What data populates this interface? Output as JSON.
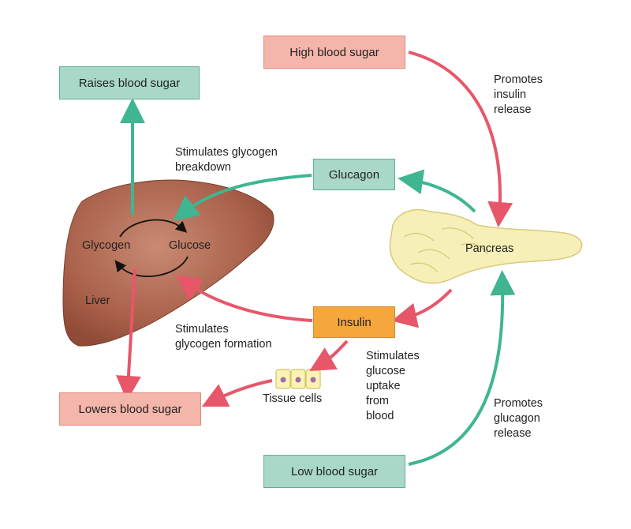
{
  "boxes": {
    "high_blood_sugar": "High blood sugar",
    "raises_blood_sugar": "Raises blood sugar",
    "glucagon": "Glucagon",
    "insulin": "Insulin",
    "lowers_blood_sugar": "Lowers blood sugar",
    "low_blood_sugar": "Low blood sugar"
  },
  "organs": {
    "liver": "Liver",
    "glycogen": "Glycogen",
    "glucose": "Glucose",
    "pancreas": "Pancreas",
    "tissue_cells": "Tissue cells"
  },
  "annotations": {
    "promotes_insulin_release": "Promotes\ninsulin\nrelease",
    "stimulates_glycogen_breakdown": "Stimulates glycogen\nbreakdown",
    "stimulates_glycogen_formation": "Stimulates\nglycogen formation",
    "stimulates_glucose_uptake": "Stimulates\nglucose\nuptake\nfrom\nblood",
    "promotes_glucagon_release": "Promotes\nglucagon\nrelease"
  },
  "colors": {
    "green_arrow": "#3fb592",
    "red_arrow": "#e8566a",
    "liver": "#a35a45",
    "pancreas": "#f6efb8"
  }
}
